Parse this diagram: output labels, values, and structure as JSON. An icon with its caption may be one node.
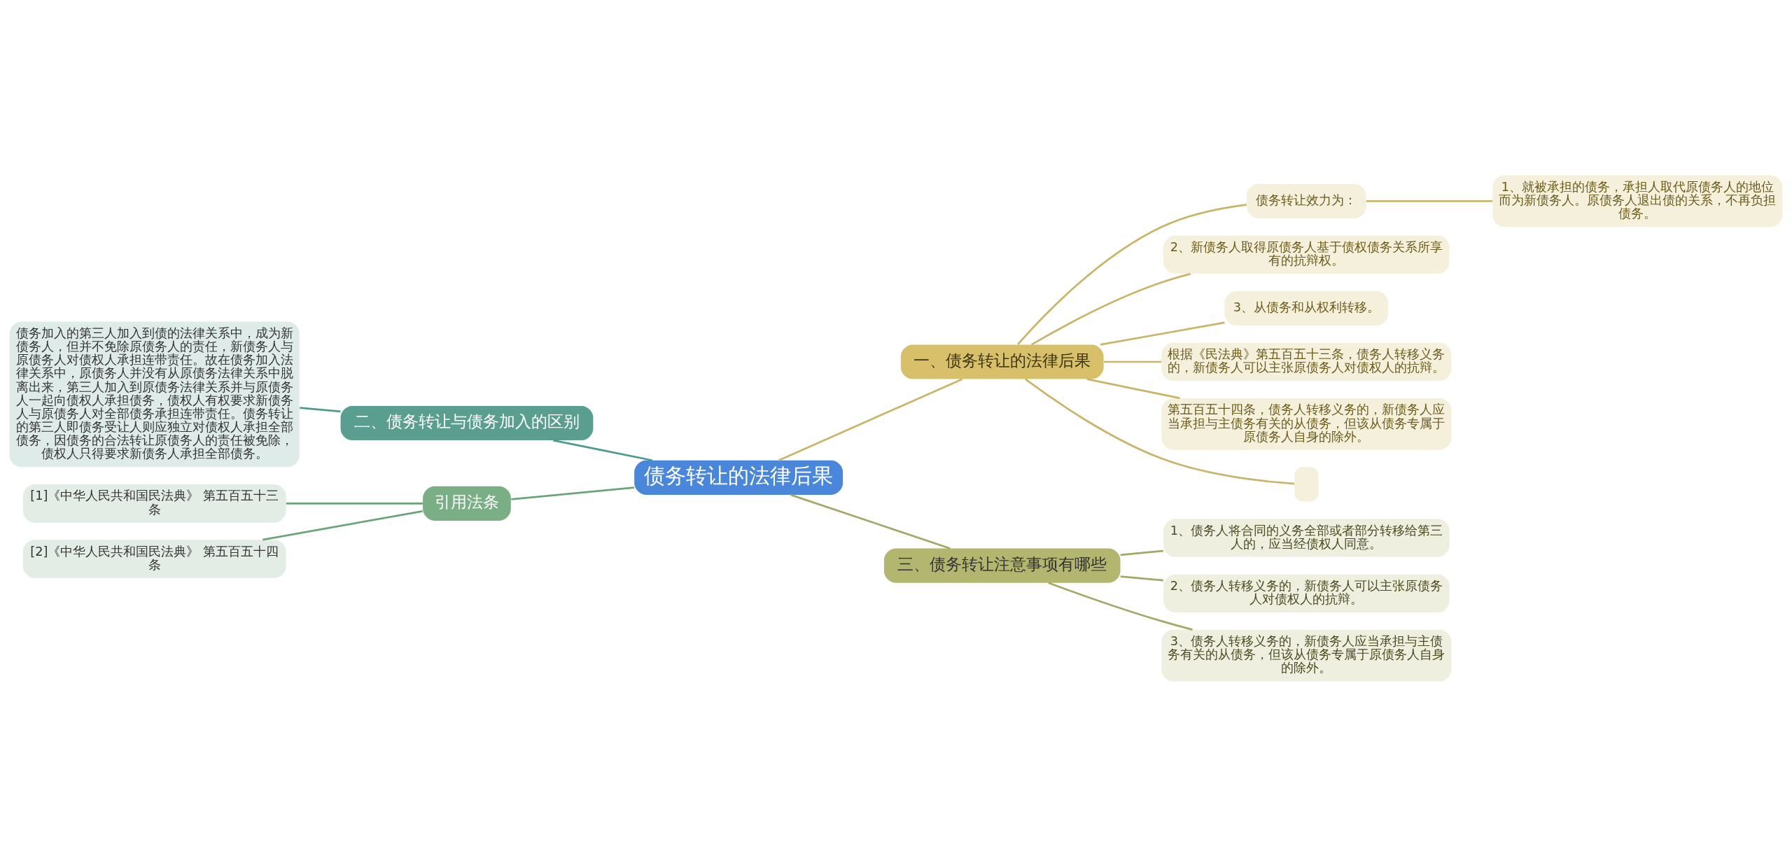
{
  "diagram": {
    "nodes": [
      {
        "text": [
          "债务转让的法律后果"
        ]
      },
      {
        "text": [
          "一、债务转让的法律后果"
        ]
      },
      {
        "text": [
          "债务转让效力为："
        ]
      },
      {
        "text": [
          "1、就被承担的债务，承担人取代原债务人的地位而为新债务人。原债务人退出债的关系，不再负担债务。"
        ]
      },
      {
        "text": [
          "2、新债务人取得原债务人基于债权债务关系所享有的抗辩权。"
        ]
      },
      {
        "text": [
          "3、从债务和从权利转移。"
        ]
      },
      {
        "text": [
          "根据《民法典》第五百五十三条，债务人转移义务的，新债务人可以主张原债务人对债权人的抗辩。"
        ]
      },
      {
        "text": [
          "第五百五十四条，债务人转移义务的，新债务人应当承担与主债务有关的从债务，但该从债务专属于原债务人自身的除外。"
        ]
      },
      {
        "text": [],
        "shape": "box"
      },
      {
        "text": [
          "债务加入的第三人加入到债的法律关系中，成为新债务人，但并不免除原债务人的责任，新债务人与原债务人对债权人承担连带责任。故在债务加入法律关系中，原债务人并没有从原债务法律关系中脱离出来，第三人加入到原债务法律关系并与原债务人一起向债权人承担债务，债权人有权要求新债务人与原债务人对全部债务承担连带责任。债务转让的第三人即债务受让人则应独立对债权人承担全部债务，因债务的合法转让原债务人的责任被免除，债权人只得要求新债务人承担全部债务。"
        ]
      },
      {
        "text": [
          "二、债务转让与债务加入的区别"
        ]
      },
      {
        "text": [
          "[1]《中华人民共和国民法典》 第五百五十三条"
        ]
      },
      {
        "text": [
          "[2]《中华人民共和国民法典》 第五百五十四条"
        ]
      },
      {
        "text": [
          "引用法条"
        ]
      },
      {
        "text": [
          "三、债务转让注意事项有哪些"
        ]
      },
      {
        "text": [
          "1、债务人将合同的义务全部或者部分转移给第三人的，应当经债权人同意。"
        ]
      },
      {
        "text": [
          "2、债务人转移义务的，新债务人可以主张原债务人对债权人的抗辩。"
        ]
      },
      {
        "text": [
          "3、债务人转移义务的，新债务人应当承担与主债务有关的从债务，但该从债务专属于原债务人自身的除外。"
        ]
      }
    ],
    "edges": [
      {
        "from": 0,
        "to": 1,
        "arrow": "none"
      },
      {
        "from": 1,
        "to": 2,
        "arrow": "none"
      },
      {
        "from": 2,
        "to": 3,
        "arrow": "none"
      },
      {
        "from": 1,
        "to": 4,
        "arrow": "none"
      },
      {
        "from": 1,
        "to": 5,
        "arrow": "none"
      },
      {
        "from": 1,
        "to": 6,
        "arrow": "none"
      },
      {
        "from": 1,
        "to": 7,
        "arrow": "none"
      },
      {
        "from": 1,
        "to": 8,
        "arrow": "none"
      },
      {
        "from": 9,
        "to": 10,
        "arrow": "none",
        "color": "#4f9a8f"
      },
      {
        "from": 10,
        "to": 0,
        "arrow": "none",
        "color": "#4f9a8f"
      },
      {
        "from": 11,
        "to": 13,
        "arrow": "none",
        "color": "#6aa57a"
      },
      {
        "from": 12,
        "to": 13,
        "arrow": "none",
        "color": "#6aa57a"
      },
      {
        "from": 13,
        "to": 0,
        "arrow": "none",
        "color": "#6aa57a"
      },
      {
        "from": 0,
        "to": 14,
        "arrow": "none",
        "color": "#a4a865"
      },
      {
        "from": 14,
        "to": 15,
        "arrow": "none",
        "color": "#a4a865"
      },
      {
        "from": 14,
        "to": 16,
        "arrow": "none",
        "color": "#a4a865"
      },
      {
        "from": 14,
        "to": 17,
        "arrow": "none",
        "color": "#a4a865"
      }
    ]
  }
}
